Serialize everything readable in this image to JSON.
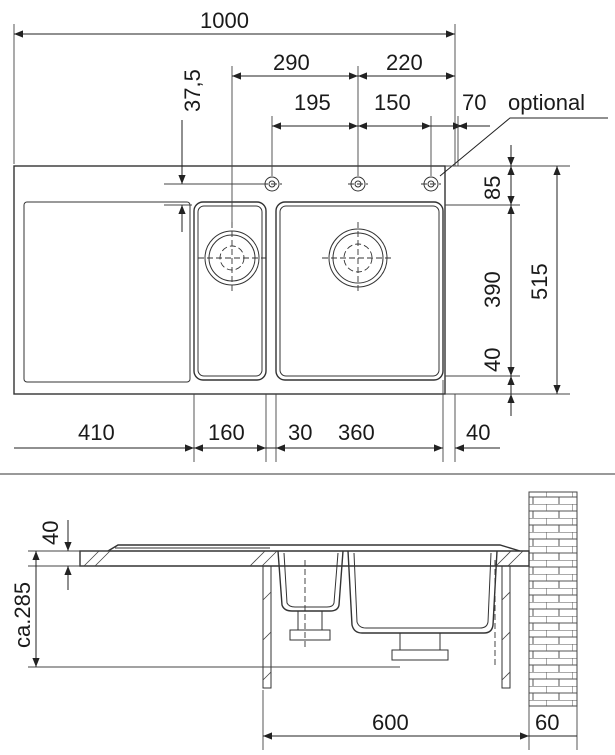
{
  "plan_view": {
    "overall_width": "1000",
    "tap_offset_1": "290",
    "tap_offset_2": "220",
    "tap_offset_3": "195",
    "tap_offset_4": "150",
    "tap_offset_5": "70",
    "optional_label": "optional",
    "edge_to_tap": "37,5",
    "tap_depth": "85",
    "bowl_depth": "390",
    "bottom_margin": "40",
    "overall_depth": "515",
    "drainer_width": "410",
    "small_bowl_width": "160",
    "divider_width": "30",
    "large_bowl_width": "360",
    "right_margin": "40"
  },
  "section_view": {
    "rim_height": "40",
    "overall_height": "ca.285",
    "cabinet_width": "600",
    "wall_offset": "60"
  },
  "colors": {
    "line": "#333333",
    "text": "#1a1a1a",
    "brick_mortar": "#555555",
    "background": "#ffffff"
  }
}
